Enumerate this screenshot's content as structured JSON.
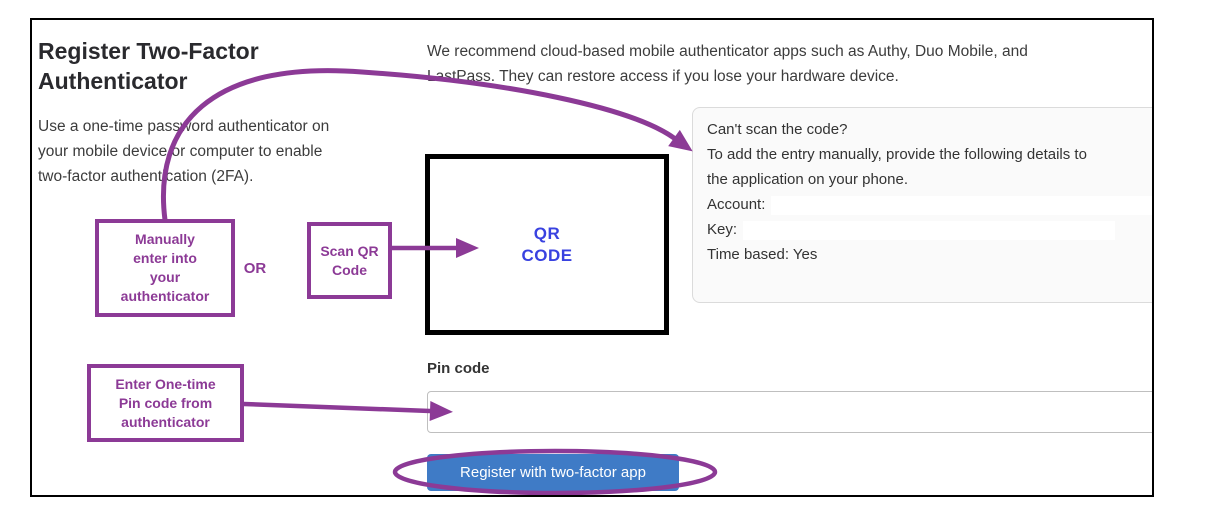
{
  "theme": {
    "annotation_purple": "#8c3a96",
    "button_blue": "#3f7bc6",
    "qr_blue": "#3942e0",
    "frame_black": "#000000",
    "panel_bg": "#fafafa",
    "panel_border": "#dbdbdb",
    "text_dark": "#3c3c3c",
    "title_color": "#2a2a2e",
    "input_border": "#bfbfbf"
  },
  "header": {
    "title": "Register Two-Factor Authenticator",
    "intro_left_lines": [
      "Use a one-time password authenticator on",
      "your mobile device or computer to enable",
      "two-factor authentication (2FA)."
    ],
    "intro_right_lines": [
      "We recommend cloud-based mobile authenticator apps such as Authy, Duo Mobile, and",
      "LastPass. They can restore access if you lose your hardware device."
    ]
  },
  "qr_placeholder": {
    "lines": [
      "QR",
      "CODE"
    ]
  },
  "manual_panel": {
    "heading": "Can't scan the code?",
    "instruction_lines": [
      "To add the entry manually, provide the following details to",
      "the application on your phone."
    ],
    "account_label": "Account:",
    "key_label": "Key:",
    "time_based": "Time based: Yes"
  },
  "annotations": {
    "manually_box_lines": [
      "Manually",
      "enter into",
      "your",
      "authenticator"
    ],
    "or_label": "OR",
    "scan_box_lines": [
      "Scan QR",
      "Code"
    ],
    "enter_box_lines": [
      "Enter One-time",
      "Pin code from",
      "authenticator"
    ]
  },
  "form": {
    "pin_label": "Pin code",
    "pin_value": "",
    "register_button": "Register with two-factor app"
  }
}
